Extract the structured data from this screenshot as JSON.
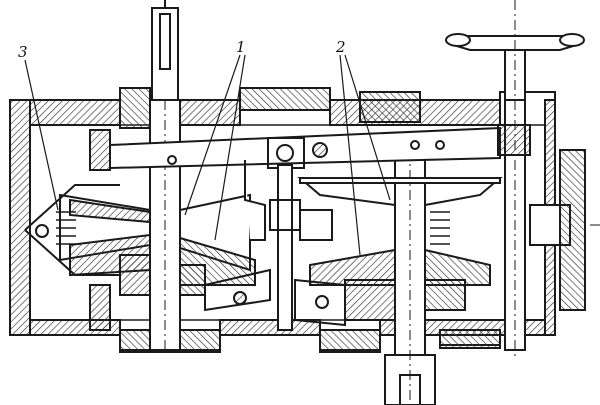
{
  "labels": {
    "one": "1",
    "two": "2",
    "three": "3"
  },
  "colors": {
    "ink": "#1a1a1a",
    "paper": "#ffffff",
    "hatch": "#333333"
  }
}
